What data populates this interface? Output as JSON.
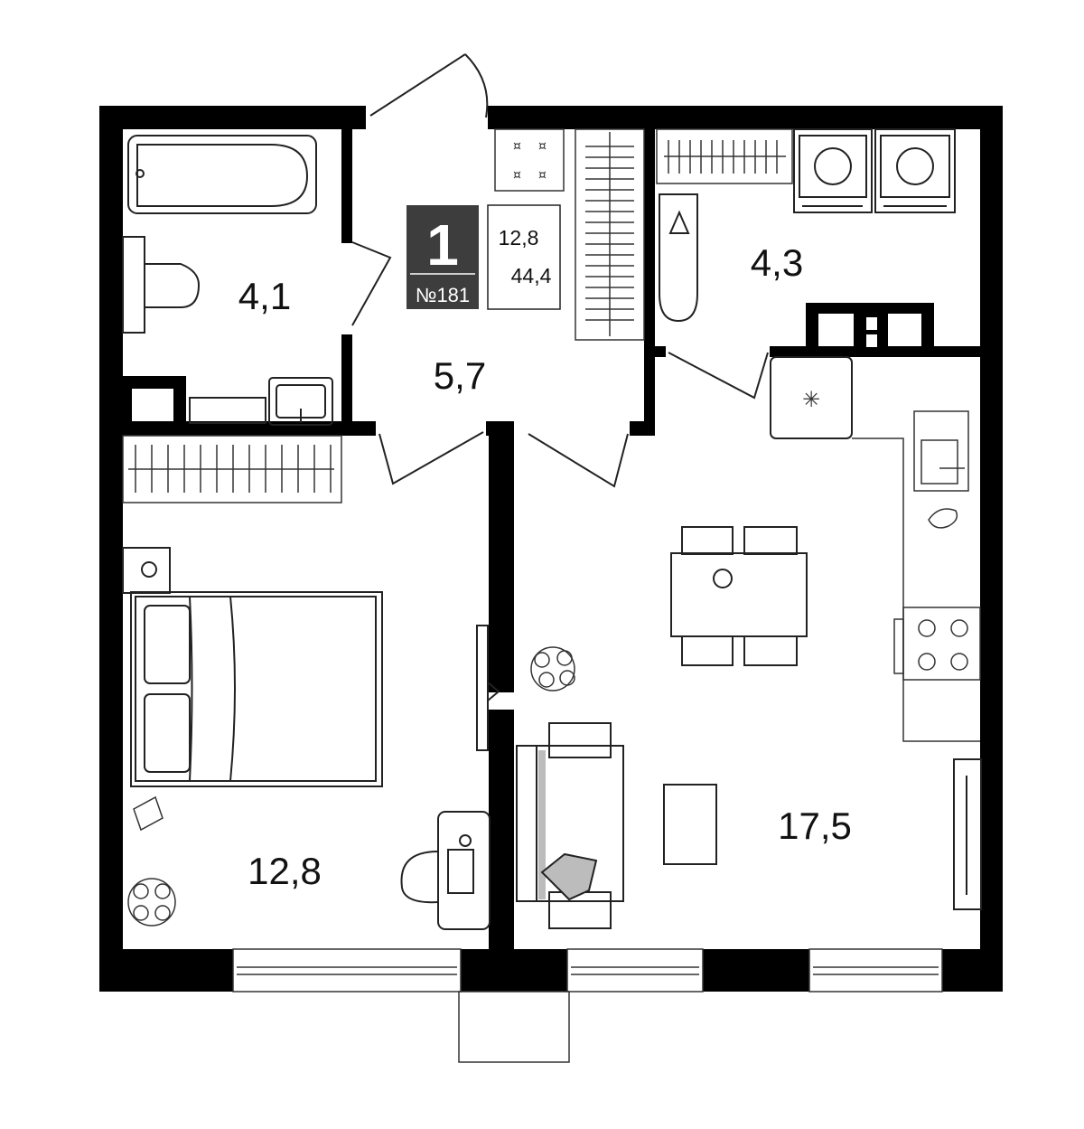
{
  "apartment": {
    "rooms_count": "1",
    "unit_number": "№181",
    "living_area": "12,8",
    "total_area": "44,4"
  },
  "rooms": {
    "bathroom": "4,1",
    "hallway": "5,7",
    "utility": "4,3",
    "bedroom": "12,8",
    "living_kitchen": "17,5"
  },
  "colors": {
    "wall": "#000000",
    "badge_bg": "#3d3d3d",
    "fixture_gray": "#bcbcbc"
  }
}
